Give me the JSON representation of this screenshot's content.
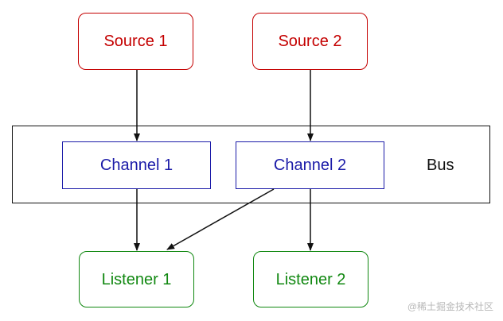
{
  "diagram": {
    "bus_label": "Bus",
    "sources": [
      {
        "id": "source-1",
        "label": "Source 1"
      },
      {
        "id": "source-2",
        "label": "Source 2"
      }
    ],
    "channels": [
      {
        "id": "channel-1",
        "label": "Channel 1"
      },
      {
        "id": "channel-2",
        "label": "Channel 2"
      }
    ],
    "listeners": [
      {
        "id": "listener-1",
        "label": "Listener 1"
      },
      {
        "id": "listener-2",
        "label": "Listener 2"
      }
    ],
    "connections": [
      {
        "from": "Source 1",
        "to": "Channel 1"
      },
      {
        "from": "Source 2",
        "to": "Channel 2"
      },
      {
        "from": "Channel 1",
        "to": "Listener 1"
      },
      {
        "from": "Channel 2",
        "to": "Listener 1"
      },
      {
        "from": "Channel 2",
        "to": "Listener 2"
      }
    ]
  },
  "watermark": "@稀土掘金技术社区",
  "colors": {
    "source": "#c40000",
    "channel": "#1a1aa8",
    "listener": "#118811",
    "edge": "#111111"
  }
}
